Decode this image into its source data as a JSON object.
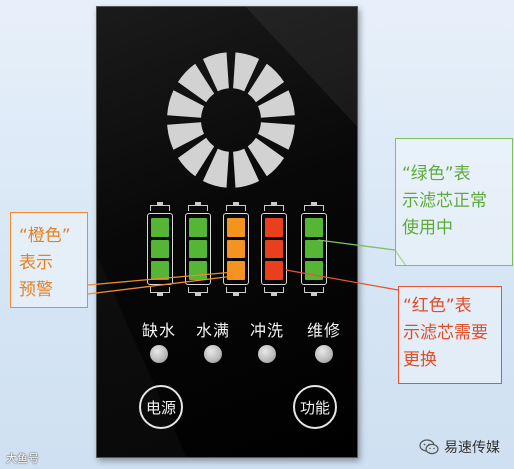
{
  "panel": {
    "labels": [
      "缺水",
      "水满",
      "冲洗",
      "维修"
    ],
    "power_label": "电源",
    "function_label": "功能",
    "colors": {
      "green": "#55b534",
      "orange": "#f2941f",
      "red": "#e8401d",
      "ring": "#d2d2d2"
    },
    "filters": [
      {
        "segments": [
          "green",
          "green",
          "green"
        ]
      },
      {
        "segments": [
          "green",
          "green",
          "green"
        ]
      },
      {
        "segments": [
          "orange",
          "orange",
          "orange"
        ]
      },
      {
        "segments": [
          "red",
          "red",
          "red"
        ]
      },
      {
        "segments": [
          "green",
          "green",
          "green"
        ]
      }
    ]
  },
  "annotations": {
    "orange": {
      "lines": [
        "“橙色”",
        "表示",
        "预警"
      ],
      "color": "#f08a2a"
    },
    "green": {
      "lines": [
        "“绿色”表",
        "示滤芯正常",
        "使用中"
      ],
      "color": "#7cc25c"
    },
    "red": {
      "lines": [
        "“红色”表",
        "示滤芯需要",
        "更换"
      ],
      "color": "#e8542f"
    }
  },
  "watermarks": {
    "left": "大鱼号",
    "right": "易速传媒",
    "right_icon": "wechat-icon"
  }
}
